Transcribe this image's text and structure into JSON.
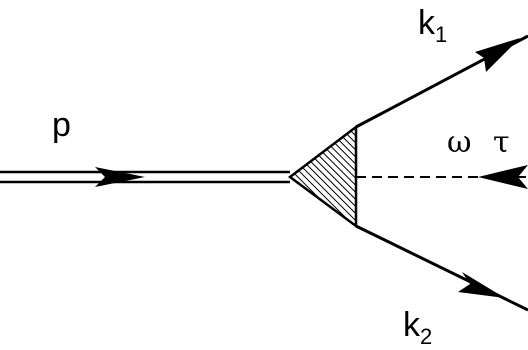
{
  "labels": {
    "incoming": "p",
    "outgoing_top": {
      "base": "k",
      "sub": "1"
    },
    "outgoing_bottom": {
      "base": "k",
      "sub": "2"
    },
    "dashed": "ω τ"
  },
  "colors": {
    "line": "#000000",
    "hatch": "#000000",
    "background": "#ffffff"
  }
}
